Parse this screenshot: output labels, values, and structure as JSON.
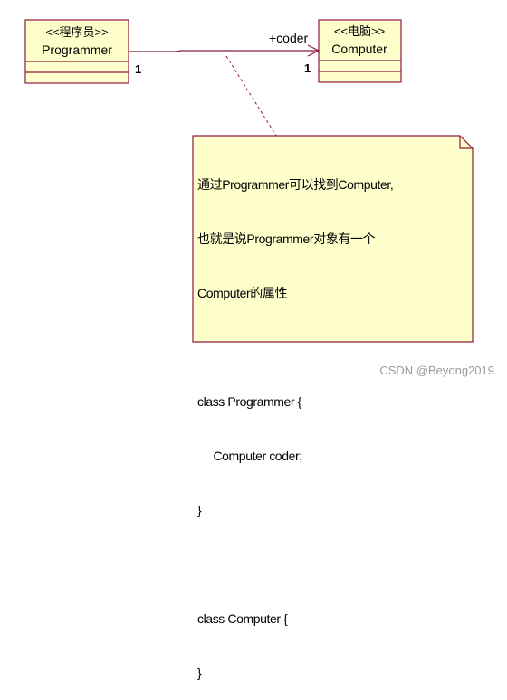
{
  "diagram": {
    "classes": {
      "programmer": {
        "stereotype": "<<程序员>>",
        "name": "Programmer"
      },
      "computer": {
        "stereotype": "<<电脑>>",
        "name": "Computer"
      }
    },
    "association": {
      "role": "+coder",
      "source_multiplicity": "1",
      "target_multiplicity": "1"
    },
    "note": {
      "lines": [
        "通过Programmer可以找到Computer,",
        "也就是说Programmer对象有一个",
        "Computer的属性",
        "",
        "class Programmer {",
        "     Computer coder;",
        "}",
        "",
        "class Computer {",
        "}"
      ]
    },
    "colors": {
      "class_border": "#8b1c3c",
      "class_fill": "#ffffcc",
      "line": "#8b1c3c",
      "note_fill": "#ffffcc"
    }
  },
  "watermark": "CSDN @Beyong2019"
}
